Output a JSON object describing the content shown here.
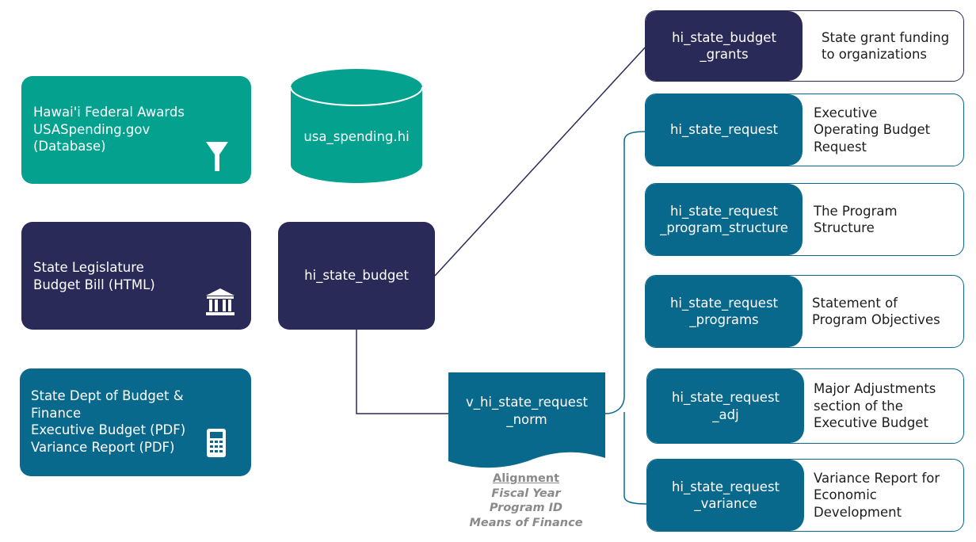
{
  "colors": {
    "teal_green": "#03a18e",
    "navy": "#2a2a58",
    "blue": "#08698d",
    "line": "#2a2a58"
  },
  "sources": {
    "federal": {
      "label": "Hawai'i Federal Awards\nUSASpending.gov\n(Database)",
      "icon": "funnel-icon"
    },
    "legislature": {
      "label": "State Legislature\nBudget Bill (HTML)",
      "icon": "building-icon"
    },
    "finance": {
      "label": "State Dept of Budget &\nFinance\nExecutive Budget (PDF)\nVariance Report (PDF)",
      "icon": "calculator-icon"
    }
  },
  "database": {
    "label": "usa_spending.hi"
  },
  "budget_node": {
    "label": "hi_state_budget"
  },
  "view_node": {
    "label": "v_hi_state_request\n_norm"
  },
  "alignment": {
    "header": "Alignment",
    "fields": [
      "Fiscal Year",
      "Program ID",
      "Means of Finance"
    ]
  },
  "tables": [
    {
      "name": "hi_state_budget\n_grants",
      "desc": "State grant funding\nto organizations"
    },
    {
      "name": "hi_state_request",
      "desc": "Executive\nOperating Budget\nRequest"
    },
    {
      "name": "hi_state_request\n_program_structure",
      "desc": "The Program\nStructure"
    },
    {
      "name": "hi_state_request\n_programs",
      "desc": "Statement of\nProgram Objectives"
    },
    {
      "name": "hi_state_request\n_adj",
      "desc": "Major Adjustments\nsection of the\nExecutive Budget"
    },
    {
      "name": "hi_state_request\n_variance",
      "desc": "Variance Report for\nEconomic\nDevelopment"
    }
  ]
}
